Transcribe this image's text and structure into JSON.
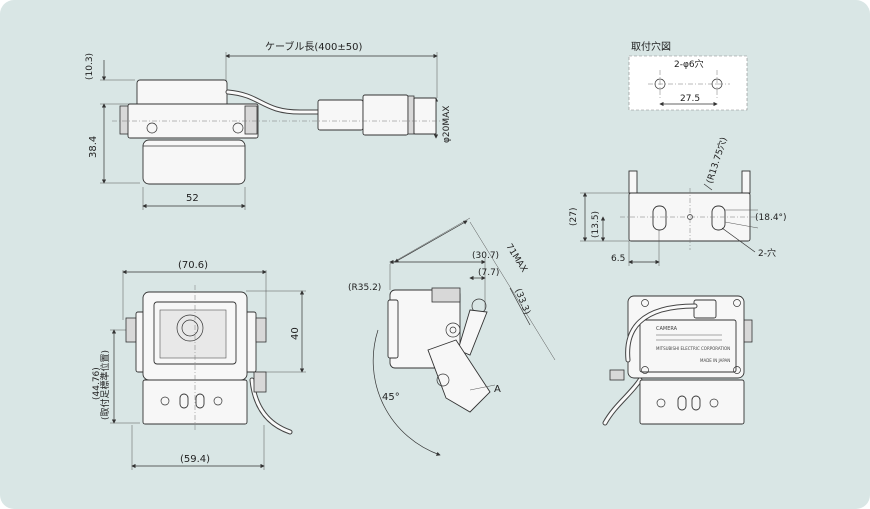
{
  "labels": {
    "cable_length": "ケーブル長(400±50)",
    "mount_hole_title": "取付穴図",
    "hole_spec": "2-φ6穴",
    "hole_pitch": "27.5",
    "dim_10_3": "(10.3)",
    "dim_38_4": "38.4",
    "dim_52": "52",
    "dim_phi20": "φ20MAX",
    "dim_r13_75": "(R13.75穴)",
    "dim_27": "(27)",
    "dim_13_5": "(13.5)",
    "dim_6_5": "6.5",
    "dim_18_4deg": "(18.4°)",
    "dim_2hole": "2-穴",
    "dim_70_6": "(70.6)",
    "dim_40": "40",
    "dim_44_76": "(44.76)",
    "dim_mount_ref": "(取付足標準位置)",
    "dim_59_4": "(59.4)",
    "dim_71max": "71MAX",
    "dim_30_7": "(30.7)",
    "dim_7_7": "(7.7)",
    "dim_r35_2": "(R35.2)",
    "dim_33_3": "(33.3)",
    "dim_45deg": "45°",
    "label_a": "A",
    "rear_label_line1": "CAMERA",
    "rear_label_line2": "MITSUBISHI ELECTRIC CORPORATION",
    "rear_label_line3": "MADE IN JAPAN"
  }
}
